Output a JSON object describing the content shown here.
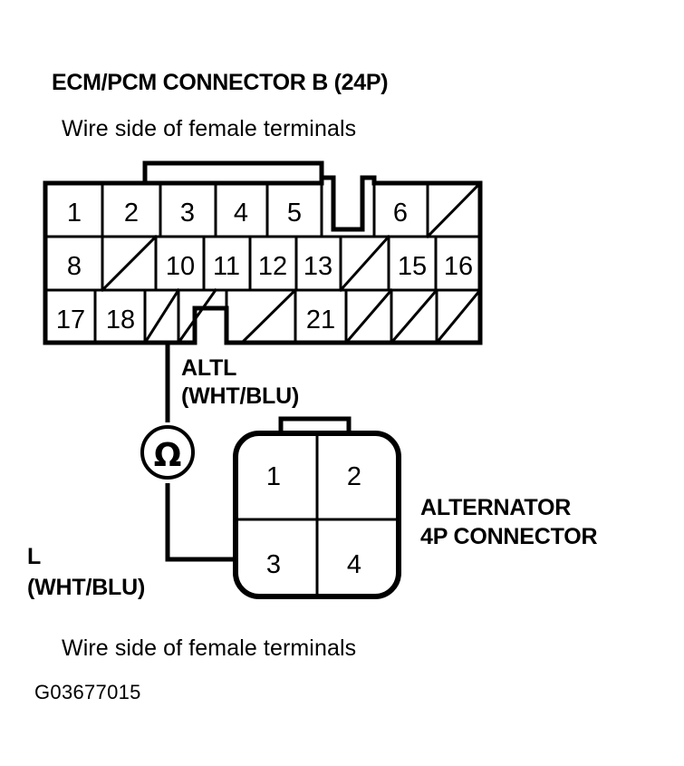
{
  "figure": {
    "code": "G03677015",
    "title": "ECM/PCM CONNECTOR B (24P)",
    "subtitle_top": "Wire side of female terminals",
    "subtitle_bottom": "Wire side of female terminals"
  },
  "ecm_connector": {
    "name": "ECM/PCM CONNECTOR B (24P)",
    "pin_count": "24P",
    "rows": [
      {
        "row_index": 1,
        "cells": [
          {
            "label": "1",
            "state": "numbered"
          },
          {
            "label": "2",
            "state": "numbered"
          },
          {
            "label": "3",
            "state": "numbered"
          },
          {
            "label": "4",
            "state": "numbered"
          },
          {
            "label": "5",
            "state": "numbered"
          },
          {
            "label": "",
            "state": "notch"
          },
          {
            "label": "6",
            "state": "numbered"
          },
          {
            "label": "",
            "state": "blank-diagonal"
          }
        ]
      },
      {
        "row_index": 2,
        "cells": [
          {
            "label": "8",
            "state": "numbered"
          },
          {
            "label": "",
            "state": "blank-diagonal"
          },
          {
            "label": "10",
            "state": "numbered"
          },
          {
            "label": "11",
            "state": "numbered"
          },
          {
            "label": "12",
            "state": "numbered"
          },
          {
            "label": "13",
            "state": "numbered"
          },
          {
            "label": "",
            "state": "blank-diagonal"
          },
          {
            "label": "15",
            "state": "numbered"
          },
          {
            "label": "16",
            "state": "numbered"
          }
        ]
      },
      {
        "row_index": 3,
        "cells": [
          {
            "label": "17",
            "state": "numbered"
          },
          {
            "label": "18",
            "state": "numbered"
          },
          {
            "label": "",
            "state": "blank-diagonal"
          },
          {
            "label": "",
            "state": "blank-diagonal"
          },
          {
            "label": "",
            "state": "notch"
          },
          {
            "label": "",
            "state": "blank-diagonal"
          },
          {
            "label": "21",
            "state": "numbered"
          },
          {
            "label": "",
            "state": "blank-diagonal"
          },
          {
            "label": "",
            "state": "blank-diagonal"
          },
          {
            "label": "",
            "state": "blank-diagonal"
          }
        ]
      }
    ]
  },
  "wire_labels": {
    "ecm_side_name": "ALTL",
    "ecm_side_color": "(WHT/BLU)",
    "alternator_side_name": "L",
    "alternator_side_color": "(WHT/BLU)"
  },
  "meter": {
    "symbol": "Ω",
    "name": "ohmmeter"
  },
  "alternator_connector": {
    "name_line1": "ALTERNATOR",
    "name_line2": "4P CONNECTOR",
    "pins": [
      {
        "label": "1",
        "position": "top-left"
      },
      {
        "label": "2",
        "position": "top-right"
      },
      {
        "label": "3",
        "position": "bottom-left"
      },
      {
        "label": "4",
        "position": "bottom-right"
      }
    ]
  },
  "colors": {
    "ink": "#000000",
    "background": "#ffffff"
  }
}
